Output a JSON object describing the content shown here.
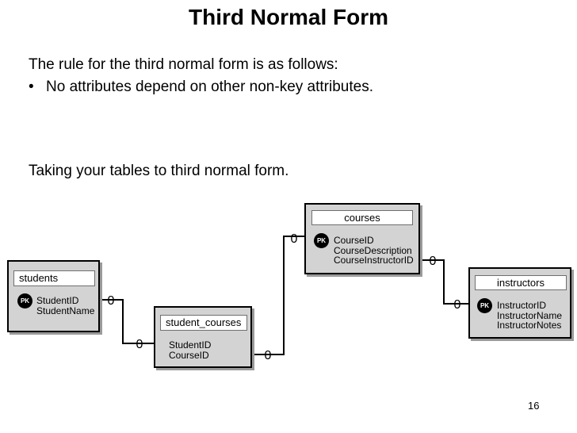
{
  "slide": {
    "title": "Third Normal Form",
    "rule_intro": "The rule for the third normal form is as follows:",
    "bullet_mark": "•",
    "bullet_text": "No attributes depend on other non-key attributes.",
    "taking_text": "Taking your tables to third normal form.",
    "page_number": "16"
  },
  "diagram": {
    "pk_label": "PK",
    "relation_mark": "0",
    "tables": {
      "students": {
        "name": "students",
        "fields": [
          "StudentID",
          "StudentName"
        ]
      },
      "student_courses": {
        "name": "student_courses",
        "fields": [
          "StudentID",
          "CourseID"
        ]
      },
      "courses": {
        "name": "courses",
        "fields": [
          "CourseID",
          "CourseDescription",
          "CourseInstructorID"
        ]
      },
      "instructors": {
        "name": "instructors",
        "fields": [
          "InstructorID",
          "InstructorName",
          "InstructorNotes"
        ]
      }
    }
  }
}
